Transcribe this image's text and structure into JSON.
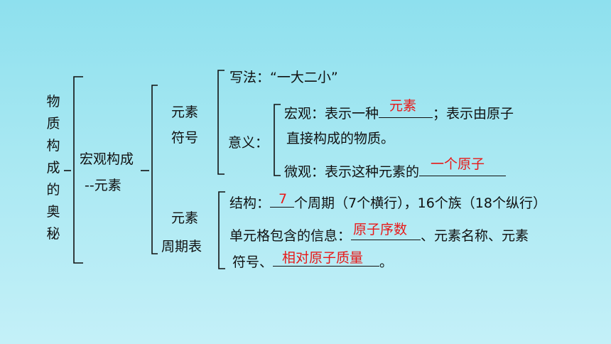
{
  "root": {
    "text": "物质构成的奥秘"
  },
  "level1": {
    "line1": "宏观构成",
    "line2": "--元素"
  },
  "symbol_group": {
    "line1": "元素",
    "line2": "符号"
  },
  "table_group": {
    "line1": "元素",
    "line2": "周期表"
  },
  "writing": {
    "label": "写法：",
    "content": "“一大二小”"
  },
  "meaning": {
    "label": "意义："
  },
  "macro": {
    "prefix": "宏观：表示一种",
    "answer": "元素",
    "suffix": "；表示由原子",
    "line2": "直接构成的物质。"
  },
  "micro": {
    "prefix": "微观：表示这种元素的",
    "answer": "一个原子"
  },
  "structure": {
    "prefix": "结构：",
    "answer": "7",
    "suffix": "个周期（7个横行），16个族（18个纵行）"
  },
  "cell_info": {
    "prefix": "单元格包含的信息：",
    "answer1": "原子序数",
    "middle": "、元素名称、元素",
    "line2_prefix": "符号、",
    "answer2": "相对原子质量",
    "line2_suffix": "。"
  },
  "colors": {
    "answer": "#e81818",
    "line": "#111111"
  }
}
